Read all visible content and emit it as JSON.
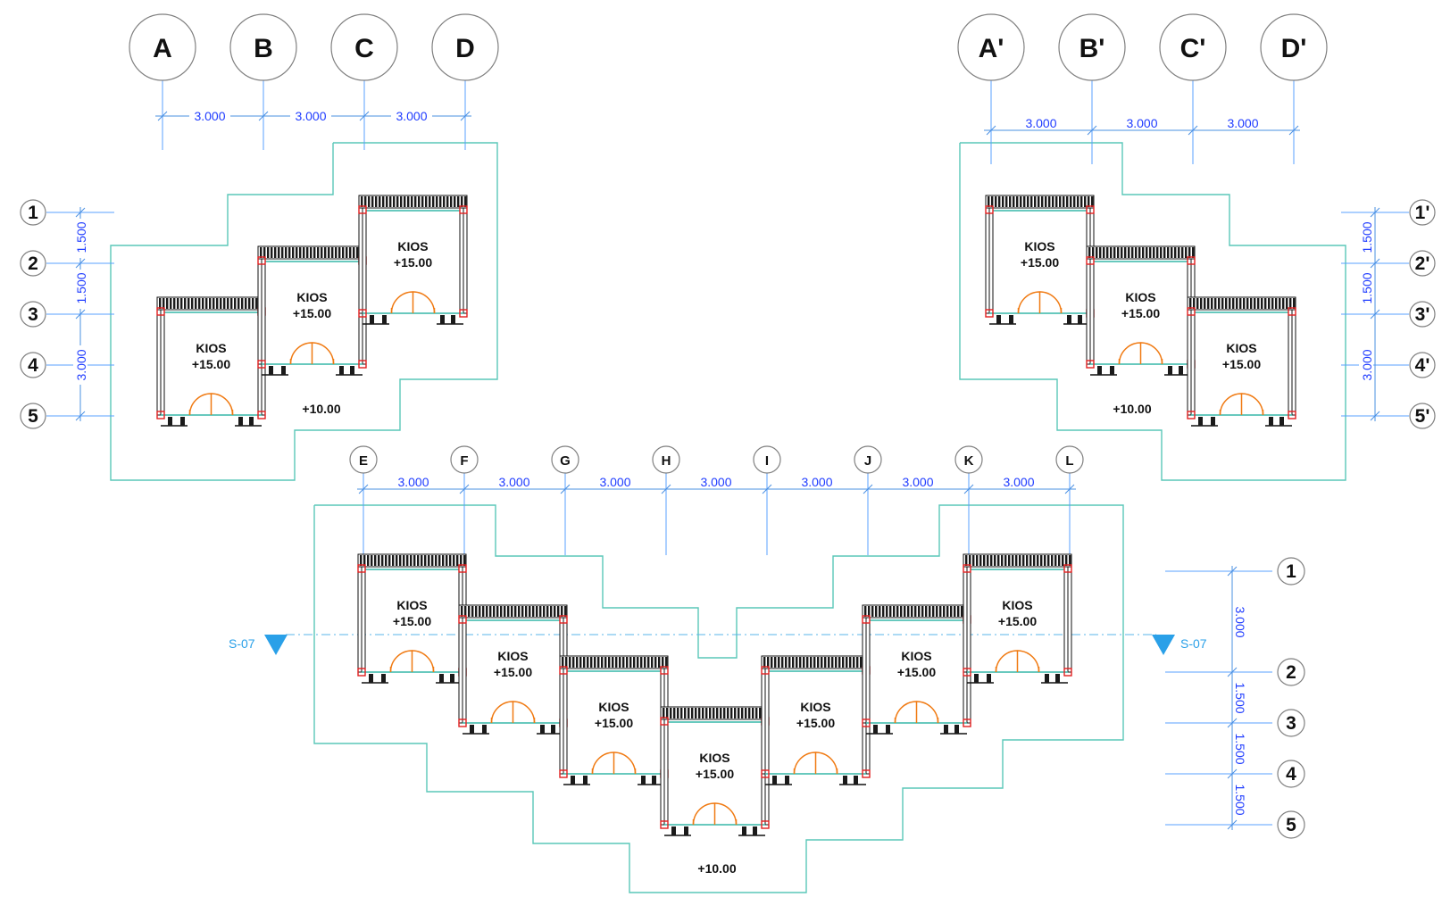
{
  "grid_top_left": {
    "axes": [
      "A",
      "B",
      "C",
      "D"
    ],
    "dims": [
      "3.000",
      "3.000",
      "3.000"
    ],
    "rows": [
      "1",
      "2",
      "3",
      "4",
      "5"
    ],
    "row_dims": [
      "1.500",
      "1.500",
      "3.000"
    ]
  },
  "grid_top_right": {
    "axes": [
      "A'",
      "B'",
      "C'",
      "D'"
    ],
    "dims": [
      "3.000",
      "3.000",
      "3.000"
    ],
    "rows": [
      "1'",
      "2'",
      "3'",
      "4'",
      "5'"
    ],
    "row_dims": [
      "1.500",
      "1.500",
      "3.000"
    ]
  },
  "grid_bottom": {
    "axes": [
      "E",
      "F",
      "G",
      "H",
      "I",
      "J",
      "K",
      "L"
    ],
    "dims": [
      "3.000",
      "3.000",
      "3.000",
      "3.000",
      "3.000",
      "3.000",
      "3.000"
    ],
    "rows": [
      "1",
      "2",
      "3",
      "4",
      "5"
    ],
    "row_dims": [
      "3.000",
      "1.500",
      "1.500",
      "1.500"
    ]
  },
  "kiosk": {
    "label": "KIOS",
    "elevation": "+15.00"
  },
  "floor_elevations": {
    "top_left": "+10.00",
    "top_right": "+10.00",
    "bottom": "+10.00"
  },
  "section_marker": "S-07",
  "colors": {
    "grid": "#5aa0ff",
    "dimension_text": "#1f3cff",
    "outline": "#5ac7b8",
    "door": "#f07a12",
    "section": "#2aa0e8",
    "column": "#e02020"
  }
}
